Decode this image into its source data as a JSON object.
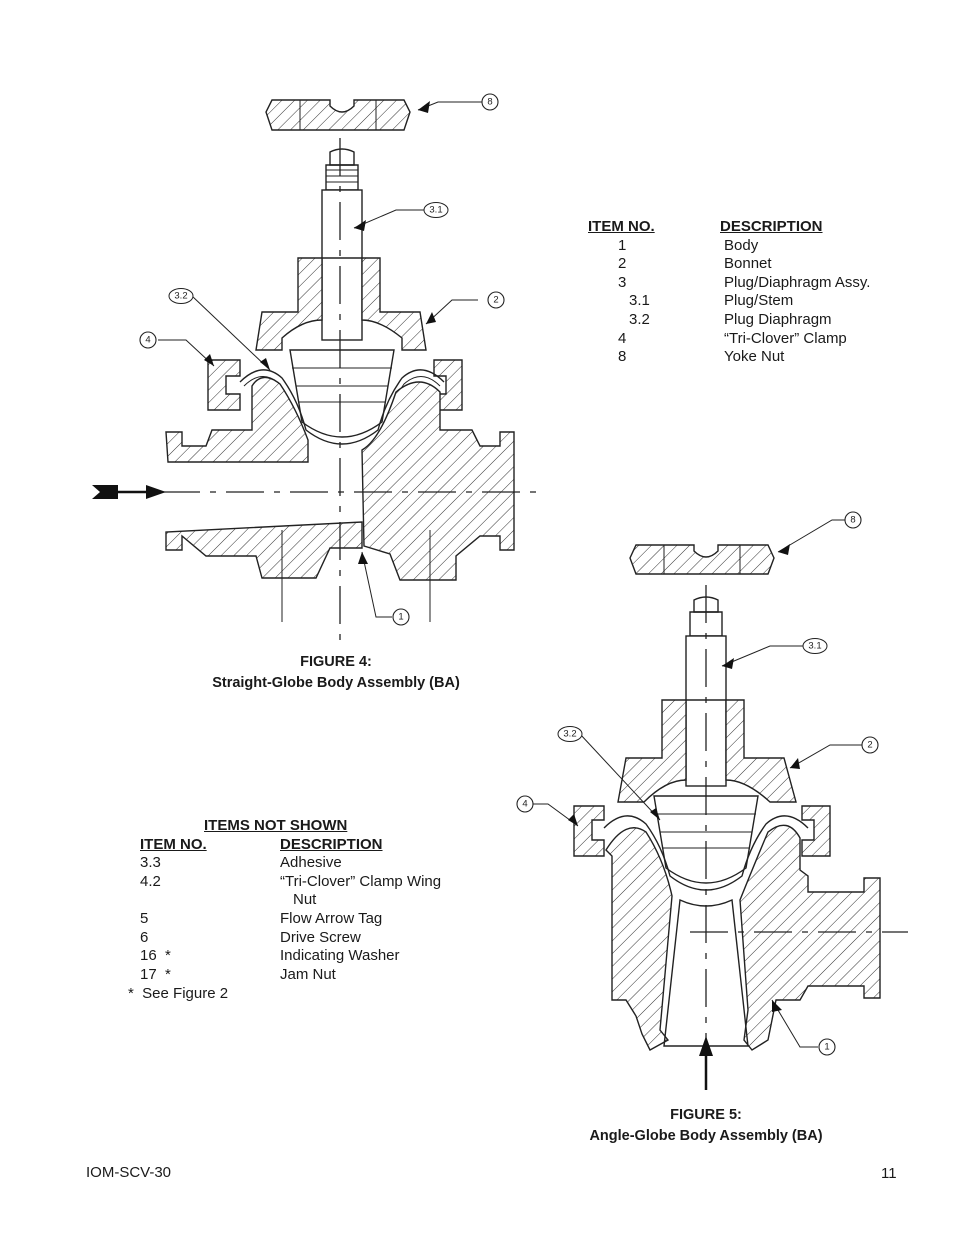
{
  "parts_list": {
    "header_item": "ITEM NO.",
    "header_desc": "DESCRIPTION",
    "rows": [
      {
        "item": "1",
        "desc": "Body"
      },
      {
        "item": "2",
        "desc": "Bonnet"
      },
      {
        "item": "3",
        "desc": "Plug/Diaphragm Assy."
      },
      {
        "item": "3.1",
        "desc": "Plug/Stem"
      },
      {
        "item": "3.2",
        "desc": "Plug Diaphragm"
      },
      {
        "item": "4",
        "desc": "“Tri-Clover” Clamp"
      },
      {
        "item": "8",
        "desc": "Yoke Nut"
      }
    ]
  },
  "items_not_shown": {
    "title": "ITEMS NOT SHOWN",
    "header_item": "ITEM NO.",
    "header_desc": "DESCRIPTION",
    "rows": [
      {
        "item": "3.3",
        "desc": "Adhesive"
      },
      {
        "item": "4.2",
        "desc": "“Tri-Clover” Clamp Wing"
      },
      {
        "item": "",
        "desc": "Nut"
      },
      {
        "item": "5",
        "desc": "Flow Arrow Tag"
      },
      {
        "item": "6",
        "desc": "Drive Screw"
      },
      {
        "item": "16  *",
        "desc": "Indicating Washer"
      },
      {
        "item": "17  *",
        "desc": "Jam Nut"
      }
    ],
    "footnote": "*  See Figure 2"
  },
  "figure4": {
    "label": "FIGURE 4:",
    "title": "Straight-Globe Body Assembly (BA)",
    "callouts": [
      "8",
      "3.1",
      "3.2",
      "2",
      "4",
      "1"
    ]
  },
  "figure5": {
    "label": "FIGURE 5:",
    "title": "Angle-Globe Body Assembly (BA)",
    "callouts": [
      "8",
      "3.1",
      "3.2",
      "2",
      "4",
      "1"
    ]
  },
  "footer": {
    "doc_id": "IOM-SCV-30",
    "page_number": "11"
  }
}
